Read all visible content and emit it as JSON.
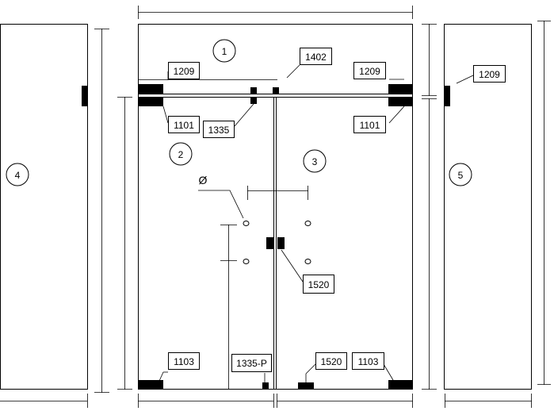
{
  "panels": [
    "1",
    "2",
    "3",
    "4",
    "5"
  ],
  "tags": {
    "t1209_tl": "1209",
    "t1402": "1402",
    "t1209_tr": "1209",
    "t1209_side": "1209",
    "t1101_l": "1101",
    "t1335": "1335",
    "t1101_r": "1101",
    "t1520_mid": "1520",
    "t1103_l": "1103",
    "t1335p": "1335-P",
    "t1520_bot": "1520",
    "t1103_r": "1103"
  },
  "symbols": {
    "diameter": "Ø"
  }
}
